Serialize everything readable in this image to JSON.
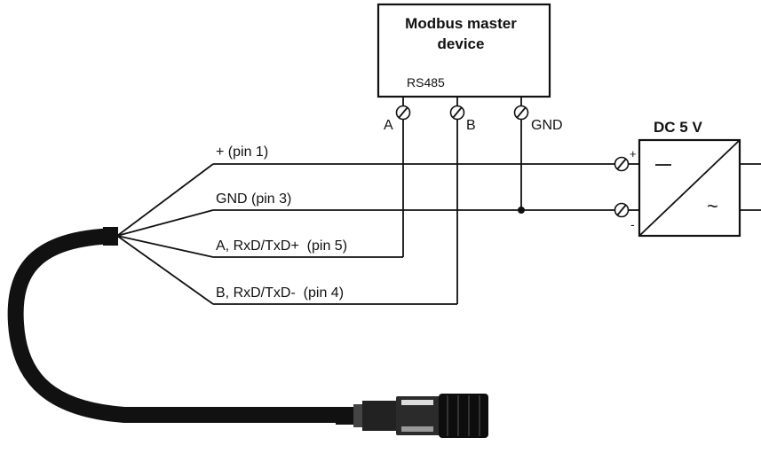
{
  "master": {
    "title_line1": "Modbus master",
    "title_line2": "device",
    "interface": "RS485",
    "terminals": {
      "a": "A",
      "b": "B",
      "gnd": "GND"
    }
  },
  "supply": {
    "title": "DC 5 V",
    "plus": "+",
    "minus": "-",
    "dc_symbol": "—",
    "ac_symbol": "~"
  },
  "wires": {
    "pin1": "+ (pin 1)",
    "pin3": "GND (pin 3)",
    "pin5": "A, RxD/TxD+  (pin 5)",
    "pin4": "B, RxD/TxD-  (pin 4)"
  },
  "colors": {
    "line": "#111111",
    "cable": "#111111",
    "background": "#ffffff"
  }
}
